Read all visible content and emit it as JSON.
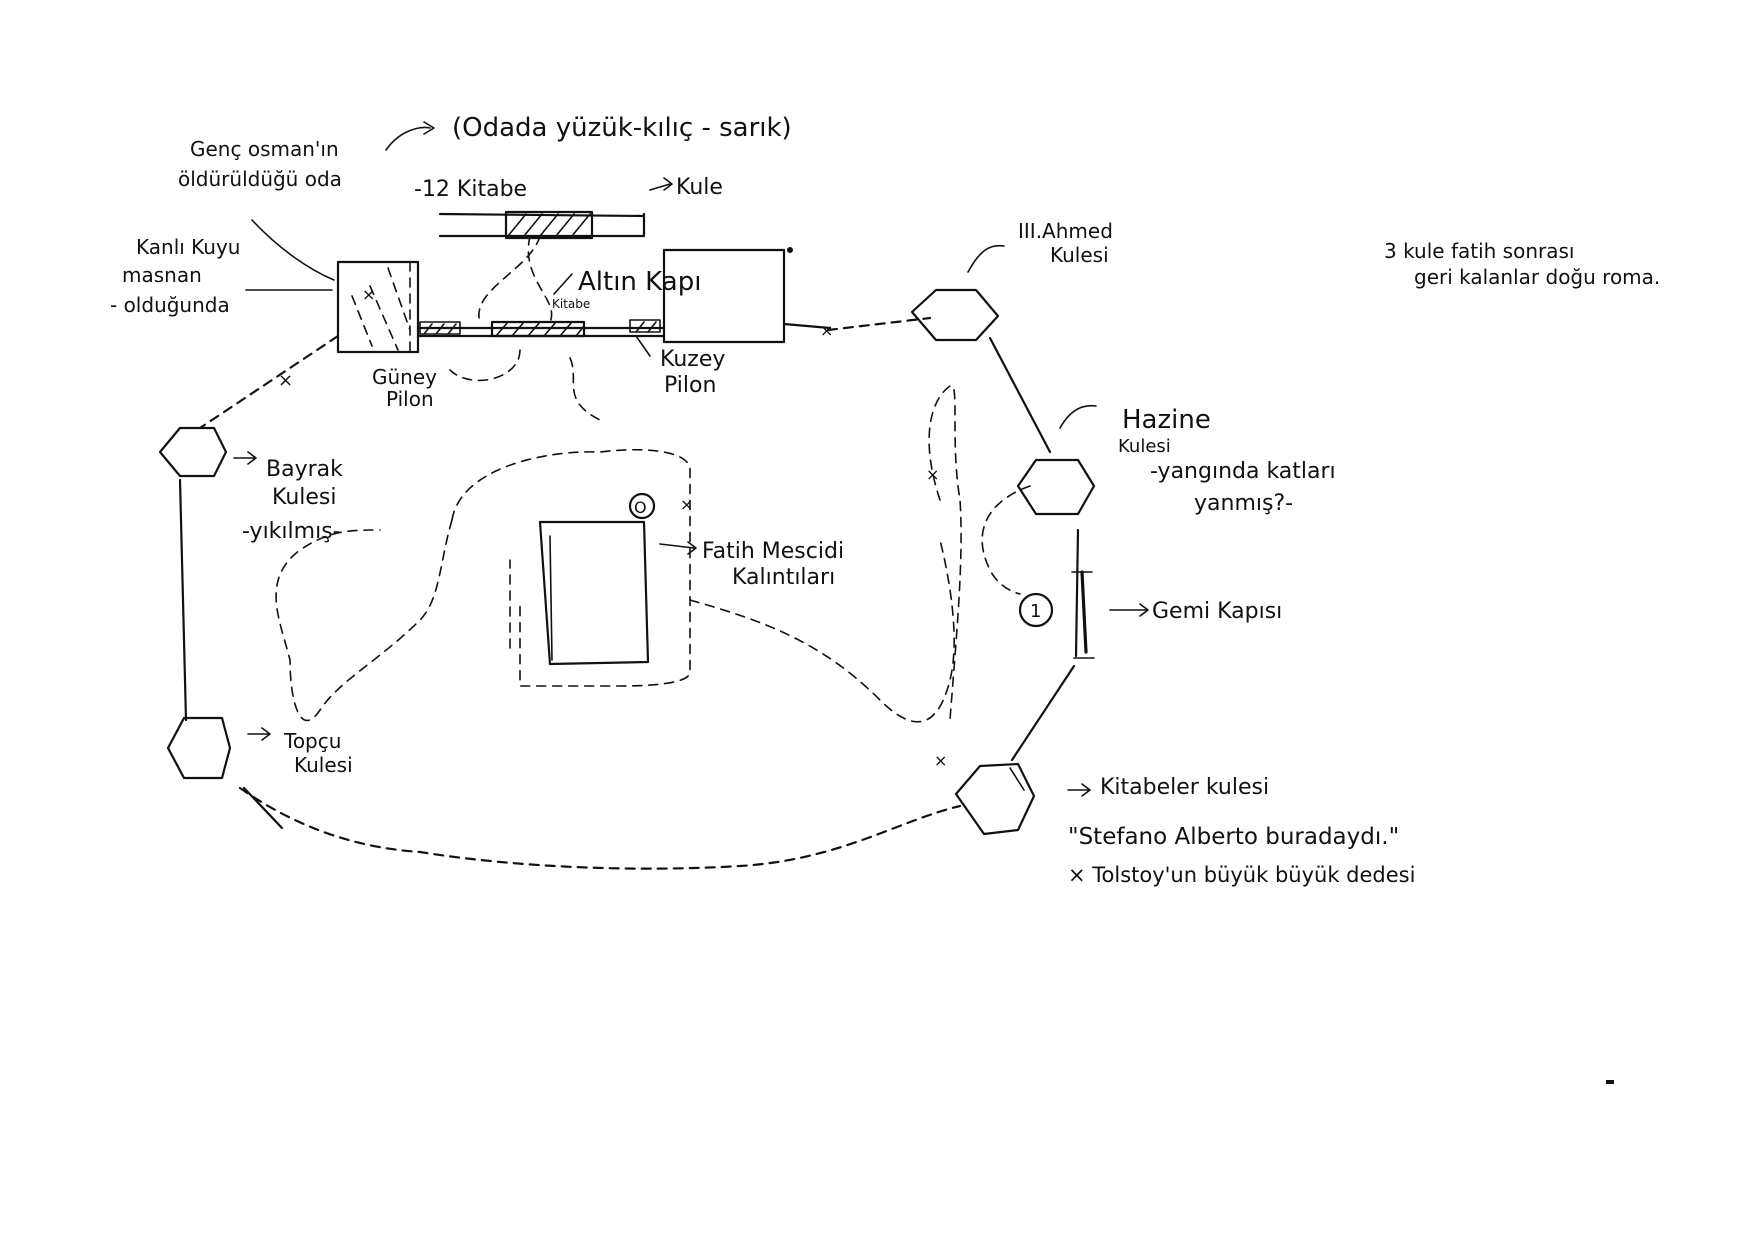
{
  "labels": {
    "genc_osman_1": "Genç osman'ın",
    "genc_osman_2": "öldürüldüğü oda",
    "odada": "(Odada yüzük-kılıç - sarık)",
    "kitabe": "-12 Kitabe",
    "kule_top": "Kule",
    "kanli_kuyu_1": "Kanlı Kuyu",
    "kanli_kuyu_2": "masnan",
    "kanli_kuyu_3": "- olduğunda",
    "altin_kapi": "Altın Kapı",
    "kitabe_small": "Kitabe",
    "guney_pilon_1": "Güney",
    "guney_pilon_2": "Pilon",
    "kuzey_pilon_1": "Kuzey",
    "kuzey_pilon_2": "Pilon",
    "ahmed_1": "III.Ahmed",
    "ahmed_2": "Kulesi",
    "note_1": "3 kule fatih sonrası",
    "note_2": "geri kalanlar doğu roma.",
    "bayrak_1": "Bayrak",
    "bayrak_2": "Kulesi",
    "bayrak_3": "-yıkılmış-",
    "hazine_1": "Hazine",
    "hazine_2": "Kulesi",
    "hazine_3": "-yangında katları",
    "hazine_4": "yanmış?-",
    "fatih_1": "Fatih Mescidi",
    "fatih_2": "Kalıntıları",
    "gemi_num": "1",
    "gemi": "Gemi Kapısı",
    "topcu_1": "Topçu",
    "topcu_2": "Kulesi",
    "kitabeler": "Kitabeler kulesi",
    "stefano": "\"Stefano Alberto buradaydı.\"",
    "tolstoy": "× Tolstoy'un büyük büyük dedesi",
    "well_mark": "O",
    "x_mark": "×"
  }
}
